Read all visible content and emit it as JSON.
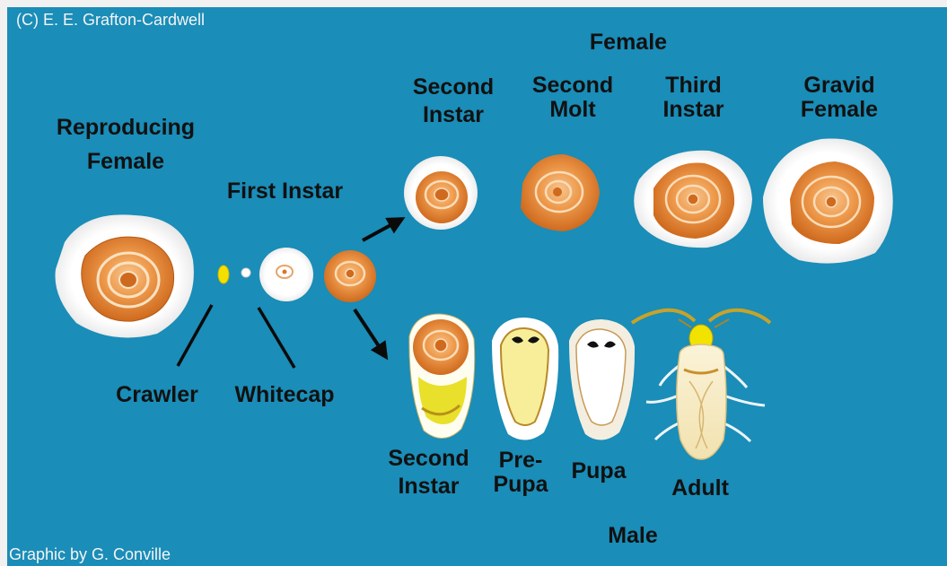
{
  "credits": {
    "copyright": "(C) E. E. Grafton-Cardwell",
    "graphic": "Graphic by G. Conville"
  },
  "labels": {
    "female_group": "Female",
    "male_group": "Male",
    "reproducing_female": "Reproducing\nFemale",
    "first_instar": "First Instar",
    "crawler": "Crawler",
    "whitecap": "Whitecap",
    "female_second_instar": "Second\nInstar",
    "female_second_molt": "Second\nMolt",
    "female_third_instar": "Third\nInstar",
    "gravid_female": "Gravid\nFemale",
    "male_second_instar": "Second\nInstar",
    "male_prepupa": "Pre-\nPupa",
    "male_pupa": "Pupa",
    "male_adult": "Adult"
  },
  "colors": {
    "background": "#1a8db8",
    "scale_orange": "#d9772a",
    "scale_light": "#f6c58f",
    "white_cover": "#fafafa",
    "crawler_yellow": "#f3e000",
    "pupa_yellow": "#f8ee9a",
    "arrow": "#0a0a0a"
  }
}
